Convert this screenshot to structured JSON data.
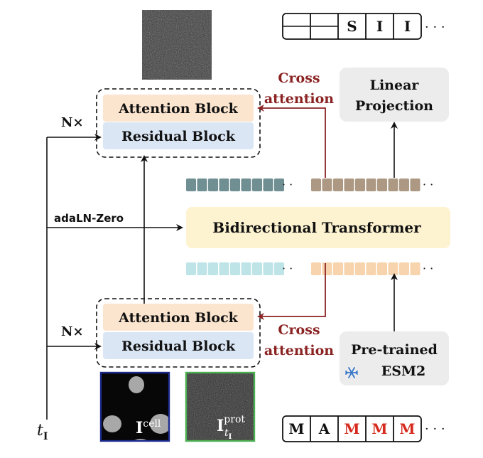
{
  "top_tokens": [
    "",
    "",
    "S",
    "I",
    "I"
  ],
  "bottom_tokens": [
    {
      "text": "M",
      "color": "#111111"
    },
    {
      "text": "A",
      "color": "#111111"
    },
    {
      "text": "M",
      "color": "#d62a1e"
    },
    {
      "text": "M",
      "color": "#d62a1e"
    },
    {
      "text": "M",
      "color": "#d62a1e"
    }
  ],
  "ellipsis": "· · ·",
  "ellipsis_short": "· ·",
  "top_block": {
    "attention": "Attention Block",
    "residual": "Residual  Block",
    "repeat": "N×"
  },
  "bottom_block": {
    "attention": "Attention Block",
    "residual": "Residual  Block",
    "repeat": "N×"
  },
  "cross_attention_top": [
    "Cross",
    "attention"
  ],
  "cross_attention_bottom": [
    "Cross",
    "attention"
  ],
  "linear_projection": [
    "Linear",
    "Projection"
  ],
  "transformer_label": "Bidirectional Transformer",
  "ada_label": "adaLN-Zero",
  "esm": [
    "Pre-trained",
    "ESM2"
  ],
  "time_label": "t",
  "time_sub": "I",
  "cell_image_label": {
    "base": "I",
    "sup": "cell"
  },
  "prot_image_label": {
    "base": "I",
    "sup": "prot",
    "sub": "t",
    "subsub": "I"
  },
  "colors": {
    "attention_fill": "#fbe5cf",
    "residual_fill": "#dbe6f5",
    "transformer_fill": "#fdf3d1",
    "gray_box": "#ececec",
    "cross_red": "#8b2323",
    "token_dark": "#6f8f92",
    "token_brown": "#ad9983",
    "token_light": "#bfe4e8",
    "token_peach": "#f7d4ad",
    "cell_border": "#1c2a8c",
    "prot_border": "#4caf50",
    "snowflake": "#3a78c9"
  }
}
